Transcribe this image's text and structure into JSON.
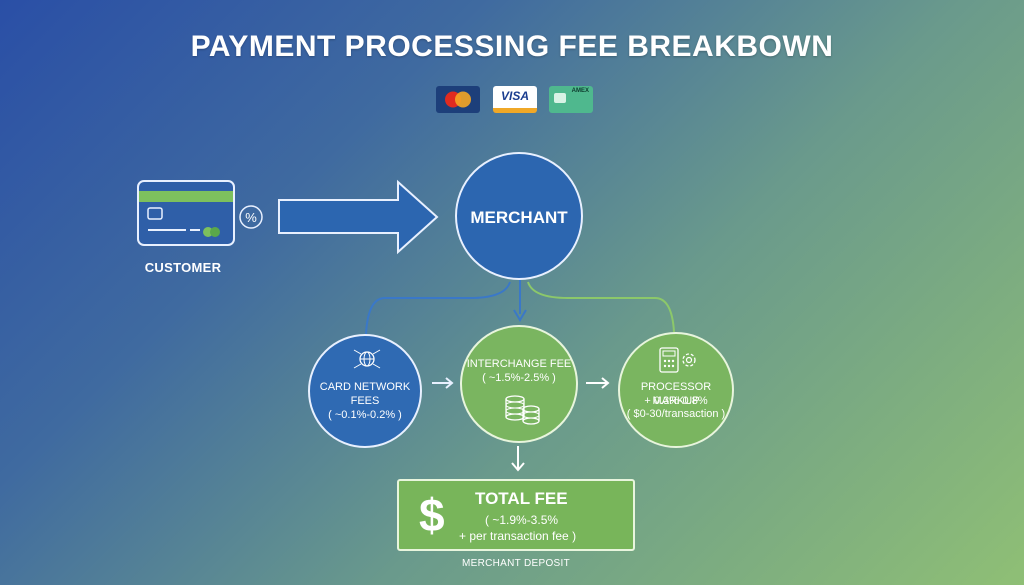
{
  "title": "PAYMENT PROCESSING FEE BREAKBOWN",
  "card_logos": {
    "visa": "VISA",
    "amex": "AMEX"
  },
  "customer": {
    "label": "CUSTOMER",
    "percent_symbol": "%"
  },
  "merchant": {
    "label": "MERCHANT",
    "symbol": "$"
  },
  "nodes": {
    "card_network": {
      "name_line1": "CARD NETWORK",
      "name_line2": "FEES",
      "rate": "( ~0.1%-0.2% )"
    },
    "interchange": {
      "name": "INTERCHANGE FEE",
      "rate": "( ~1.5%-2.5% )"
    },
    "processor": {
      "name": "PROCESSOR MARKUP",
      "rate": "+ 0.3%-0.8%",
      "extra": "( $0-30/transaction )"
    }
  },
  "total": {
    "symbol": "$",
    "title": "TOTAL FEE",
    "rate": "( ~1.9%-3.5%",
    "extra": "+ per transaction fee )",
    "deposit_label": "MERCHANT DEPOSIT"
  },
  "colors": {
    "blue_node": "#2c66b0",
    "green_node": "#7ab560",
    "connector_blue": "#3a78c8",
    "connector_green": "#8cc86a"
  }
}
